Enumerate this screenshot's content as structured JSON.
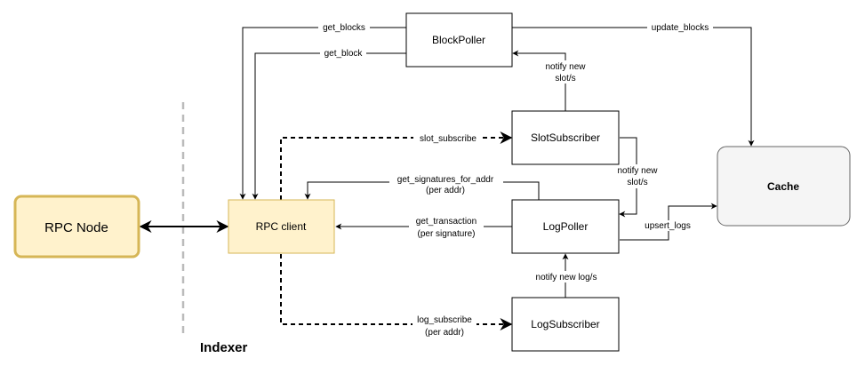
{
  "nodes": {
    "rpc_node": "RPC Node",
    "rpc_client": "RPC client",
    "block_poller": "BlockPoller",
    "slot_subscriber": "SlotSubscriber",
    "log_poller": "LogPoller",
    "log_subscriber": "LogSubscriber",
    "cache": "Cache"
  },
  "boundary_label": "Indexer",
  "edges": {
    "get_blocks": "get_blocks",
    "get_block": "get_block",
    "update_blocks": "update_blocks",
    "notify_new_slot_1": [
      "notify new",
      "slot/s"
    ],
    "slot_subscribe": "slot_subscribe",
    "notify_new_slot_2": [
      "notify new",
      "slot/s"
    ],
    "get_signatures": [
      "get_signatures_for_addr",
      "(per addr)"
    ],
    "get_transaction": [
      "get_transaction",
      "(per signature)"
    ],
    "upsert_logs": "upsert_logs",
    "notify_new_log": "notify new log/s",
    "log_subscribe": [
      "log_subscribe",
      "(per addr)"
    ]
  },
  "colors": {
    "rpc_fill": "#fff2cc",
    "rpc_stroke": "#d6b656",
    "cache_fill": "#f5f5f5",
    "cache_stroke": "#666666",
    "boundary": "#bbbbbb"
  }
}
